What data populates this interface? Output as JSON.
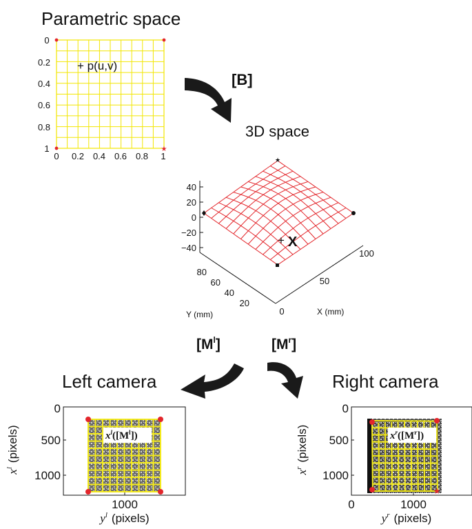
{
  "parametric": {
    "title": "Parametric space",
    "y_ticks": [
      "0",
      "0.2",
      "0.4",
      "0.6",
      "0.8",
      "1"
    ],
    "x_ticks": [
      "0",
      "0.2",
      "0.4",
      "0.6",
      "0.8",
      "1"
    ],
    "point_label": "+ p(u,v)",
    "grid_color": "#f2e600",
    "corner_color": "#e3262b"
  },
  "arrows": {
    "b_label": "[B]",
    "ml_label_base": "[M",
    "ml_label_sup": "l",
    "mr_label_base": "[M",
    "mr_label_sup": "r",
    "close": "]",
    "color": "#1a1a1a"
  },
  "surface3d": {
    "title": "3D space",
    "z_ticks": [
      "40",
      "20",
      "0",
      "−20",
      "−40"
    ],
    "y_ticks": [
      "80",
      "60",
      "40",
      "20"
    ],
    "x_ticks": [
      "0",
      "50",
      "100"
    ],
    "y_label": "Y (mm)",
    "x_label": "X (mm)",
    "point_label": "X",
    "mesh_color": "#e3262b"
  },
  "left_camera": {
    "title": "Left camera",
    "y_ticks": [
      "0",
      "500",
      "1000"
    ],
    "x_ticks": [
      "1000"
    ],
    "ylabel_var": "x",
    "ylabel_sup": "l",
    "ylabel_unit": "(pixels)",
    "xlabel_var": "y",
    "xlabel_sup": "l",
    "xlabel_unit": "(pixels)",
    "inset_var": "x",
    "inset_sup": "l",
    "inset_arg": "([M",
    "inset_arg_sup": "l",
    "inset_close": "])"
  },
  "right_camera": {
    "title": "Right camera",
    "y_ticks": [
      "0",
      "500",
      "1000"
    ],
    "x_ticks": [
      "0",
      "1000"
    ],
    "ylabel_var": "x",
    "ylabel_sup": "r",
    "ylabel_unit": "(pixels)",
    "xlabel_var": "y",
    "xlabel_sup": "r",
    "xlabel_unit": "(pixels)",
    "inset_var": "x",
    "inset_sup": "r",
    "inset_arg": "([M",
    "inset_arg_sup": "r",
    "inset_close": "])"
  }
}
